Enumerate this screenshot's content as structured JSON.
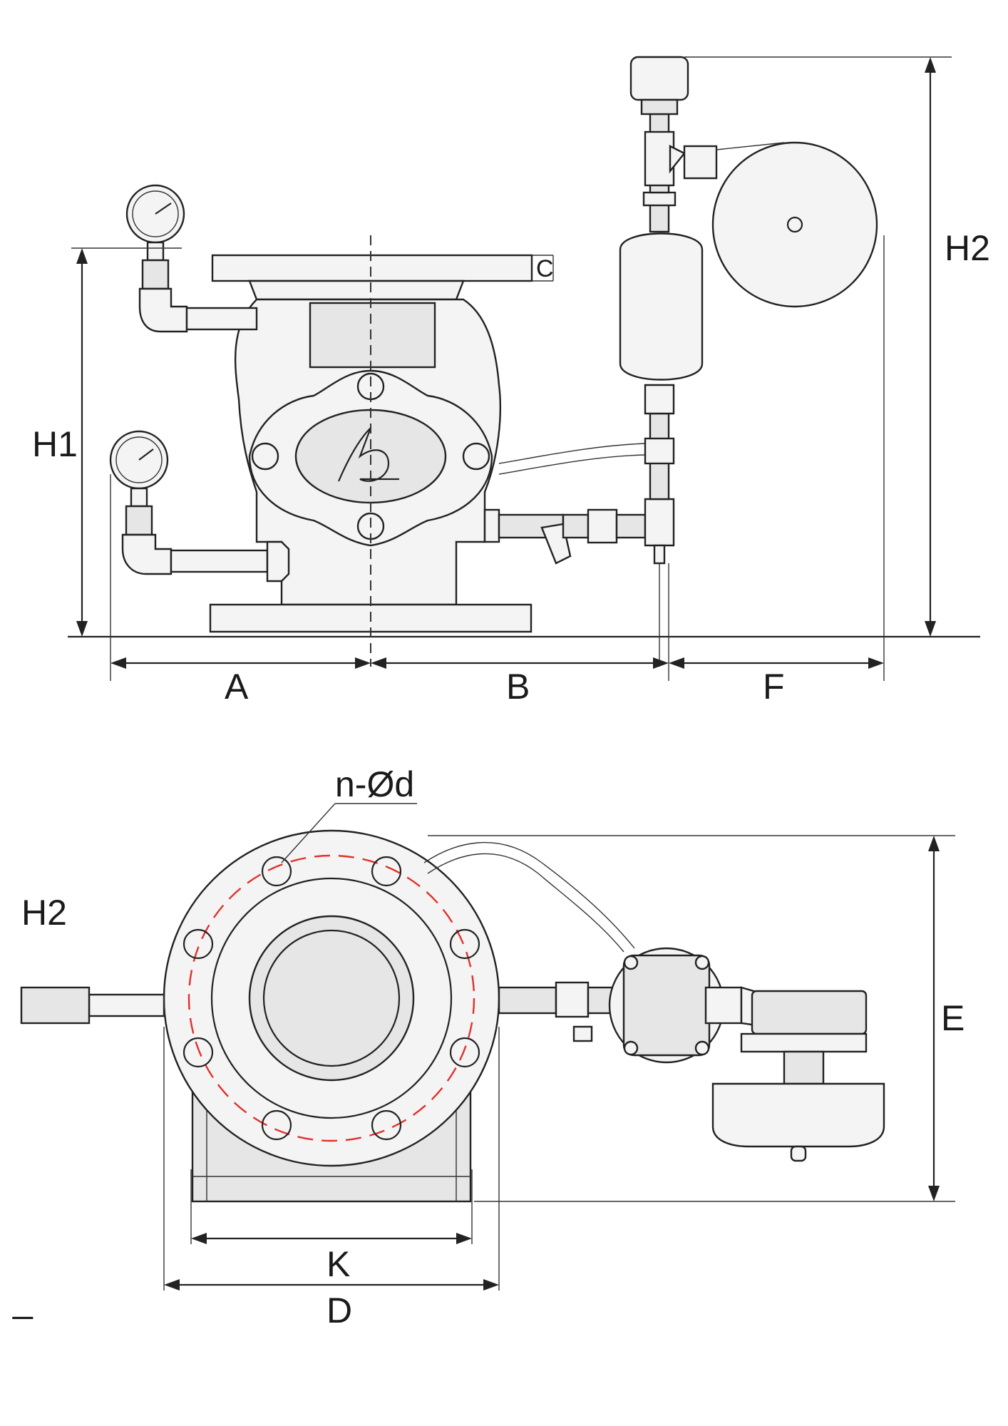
{
  "labels": {
    "h1": "H1",
    "h2_top": "H2",
    "h2_bottom": "H2",
    "a": "A",
    "b": "B",
    "c": "C",
    "f": "F",
    "e": "E",
    "k": "K",
    "d": "D",
    "nd": "n-Ød",
    "dash_mark": "_"
  },
  "colors": {
    "line": "#222222",
    "bolt_circle": "#e0322b",
    "fill": "#f4f4f4"
  }
}
